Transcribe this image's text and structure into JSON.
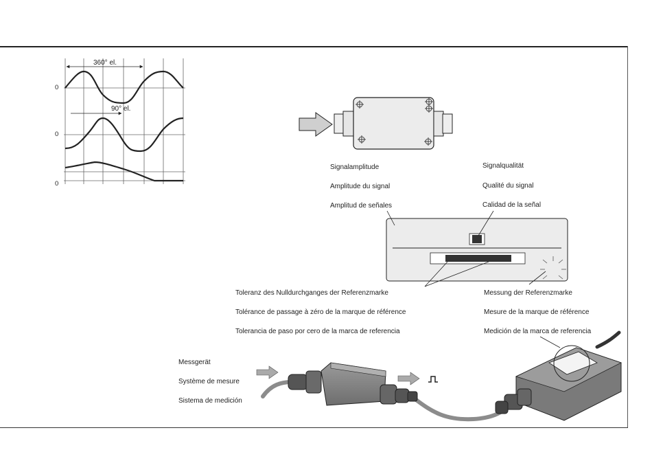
{
  "waveform": {
    "angle_360": "360° el.",
    "angle_90": "90° el.",
    "zero_labels": [
      "0",
      "0",
      "0"
    ]
  },
  "signal_block": {
    "amplitude": [
      "Signalamplitude",
      "Amplitude du signal",
      "Amplitud de señales"
    ],
    "quality": [
      "Signalqualität",
      "Qualité du signal",
      "Calidad de la señal"
    ]
  },
  "reference_block": {
    "tolerance": [
      "Toleranz des Nulldurchganges der Referenzmarke",
      "Tolérance de passage à zéro de la marque de référence",
      "Tolerancia de paso por cero de la marca de referencia"
    ],
    "measurement": [
      "Messung der Referenzmarke",
      "Mesure de la marque de référence",
      "Medición de la marca de referencia"
    ]
  },
  "measuring_system": [
    "Messgerät",
    "Système de mesure",
    "Sistema de medición"
  ],
  "colors": {
    "line": "#222222",
    "box_fill": "#eeeeee",
    "device_fill": "#8a8a8a",
    "cable": "#8c8c8c"
  }
}
